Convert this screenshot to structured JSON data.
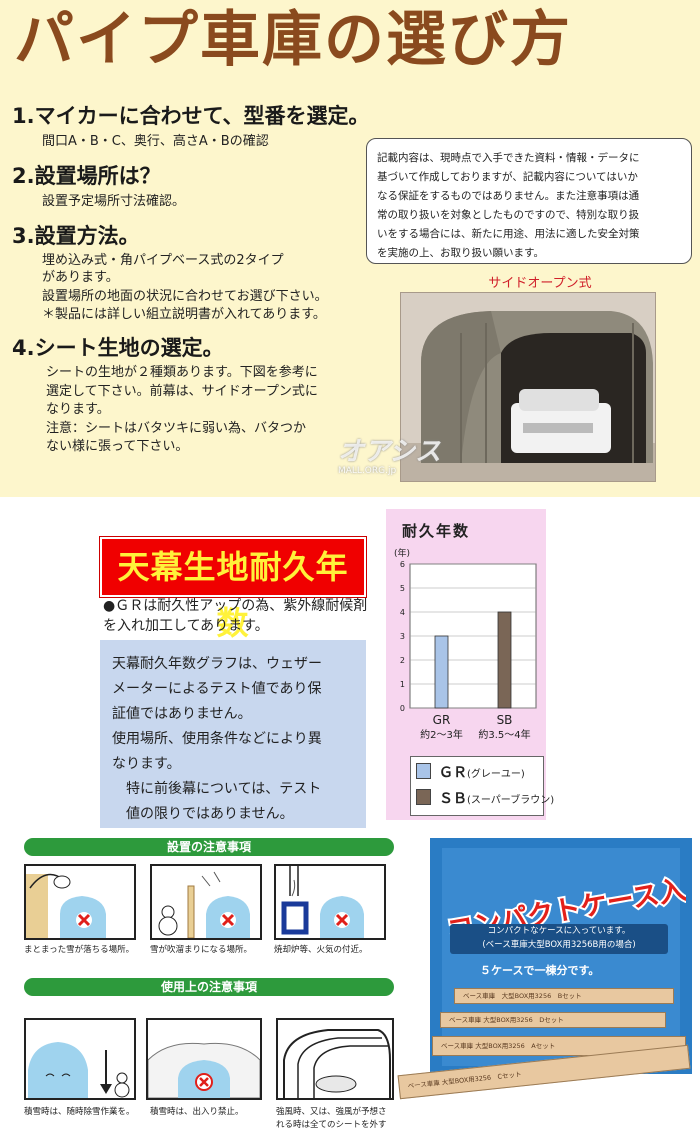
{
  "title": "パイプ車庫の選び方",
  "steps": [
    {
      "heading": "1.マイカーに合わせて、型番を選定。",
      "lines": [
        "間口A・B・C、奥行、高さA・Bの確認"
      ]
    },
    {
      "heading": "2.設置場所は？",
      "lines": [
        "設置予定場所寸法確認。"
      ]
    },
    {
      "heading": "3.設置方法。",
      "lines": [
        "埋め込み式・角パイプベース式の2タイプ",
        "があります。",
        "設置場所の地面の状況に合わせてお選び下さい。",
        "＊製品には詳しい組立説明書が入れてあります。"
      ]
    },
    {
      "heading": "4.シート生地の選定。",
      "lines": [
        "シートの生地が２種類あります。下図を参考に",
        "選定して下さい。前幕は、サイドオープン式に",
        "なります。",
        "注意：シートはバタツキに弱い為、バタつか",
        "ない様に張って下さい。"
      ]
    }
  ],
  "note_box": [
    "記載内容は、現時点で入手できた資料・情報・データに",
    "基づいて作成しておりますが、記載内容についてはいか",
    "なる保証をするものではありません。また注意事項は通",
    "常の取り扱いを対象としたものですので、特別な取り扱",
    "いをする場合には、新たに用途、用法に適した安全対策",
    "を実施の上、お取り扱い願います。"
  ],
  "photo_label": "サイドオープン式",
  "watermark": {
    "text": "オアシス",
    "sub": "MALL.ORG.jp"
  },
  "banner": "天幕生地耐久年数",
  "gr_note": "●ＧＲは耐久性アップの為、紫外線耐候剤を入れ加工してあります。",
  "blue_box": [
    "天幕耐久年数グラフは、ウェザー",
    "メーターによるテスト値であり保",
    "証値ではありません。",
    "使用場所、使用条件などにより異",
    "なります。",
    "　特に前後幕については、テスト",
    "　値の限りではありません。"
  ],
  "chart_data": {
    "type": "bar",
    "title": "耐久年数",
    "ylabel": "(年)",
    "ylim": [
      0,
      6
    ],
    "yticks": [
      0,
      1,
      2,
      3,
      4,
      5,
      6
    ],
    "categories": [
      "GR",
      "SB"
    ],
    "category_sublabels": [
      "約2～3年",
      "約3.5～4年"
    ],
    "values": [
      3,
      4
    ],
    "colors": [
      "#a9c4e8",
      "#7a6656"
    ],
    "grid": true
  },
  "legend": [
    {
      "code": "ＧＲ",
      "name": "(グレーユー)",
      "color": "#a9c4e8"
    },
    {
      "code": "ＳＢ",
      "name": "(スーパーブラウン)",
      "color": "#7a6656"
    }
  ],
  "install_caution": {
    "title": "設置の注意事項",
    "items": [
      "まとまった雪が落ちる場所。",
      "雪が吹溜まりになる場所。",
      "焼却炉等、火気の付近。"
    ]
  },
  "usage_caution": {
    "title": "使用上の注意事項",
    "items": [
      "積雪時は、随時除雪作業を。",
      "積雪時は、出入り禁止。",
      "強風時、又は、強風が予想さ",
      "れる時は全てのシートを外す"
    ]
  },
  "compact": {
    "title": "コンパクトケース入り",
    "sub1": "コンパクトなケースに入っています。",
    "sub2": "(ベース車庫大型BOX用3256B用の場合)",
    "five": "５ケースで一棟分です。",
    "boxes": [
      "ベース車庫　大型BOX用3256　Bセット",
      "ベース車庫 大型BOX用3256　Dセット",
      "ベース車庫 大型BOX用3256　Aセット",
      "ベース車庫 大型BOX用3256　Cセット"
    ]
  }
}
